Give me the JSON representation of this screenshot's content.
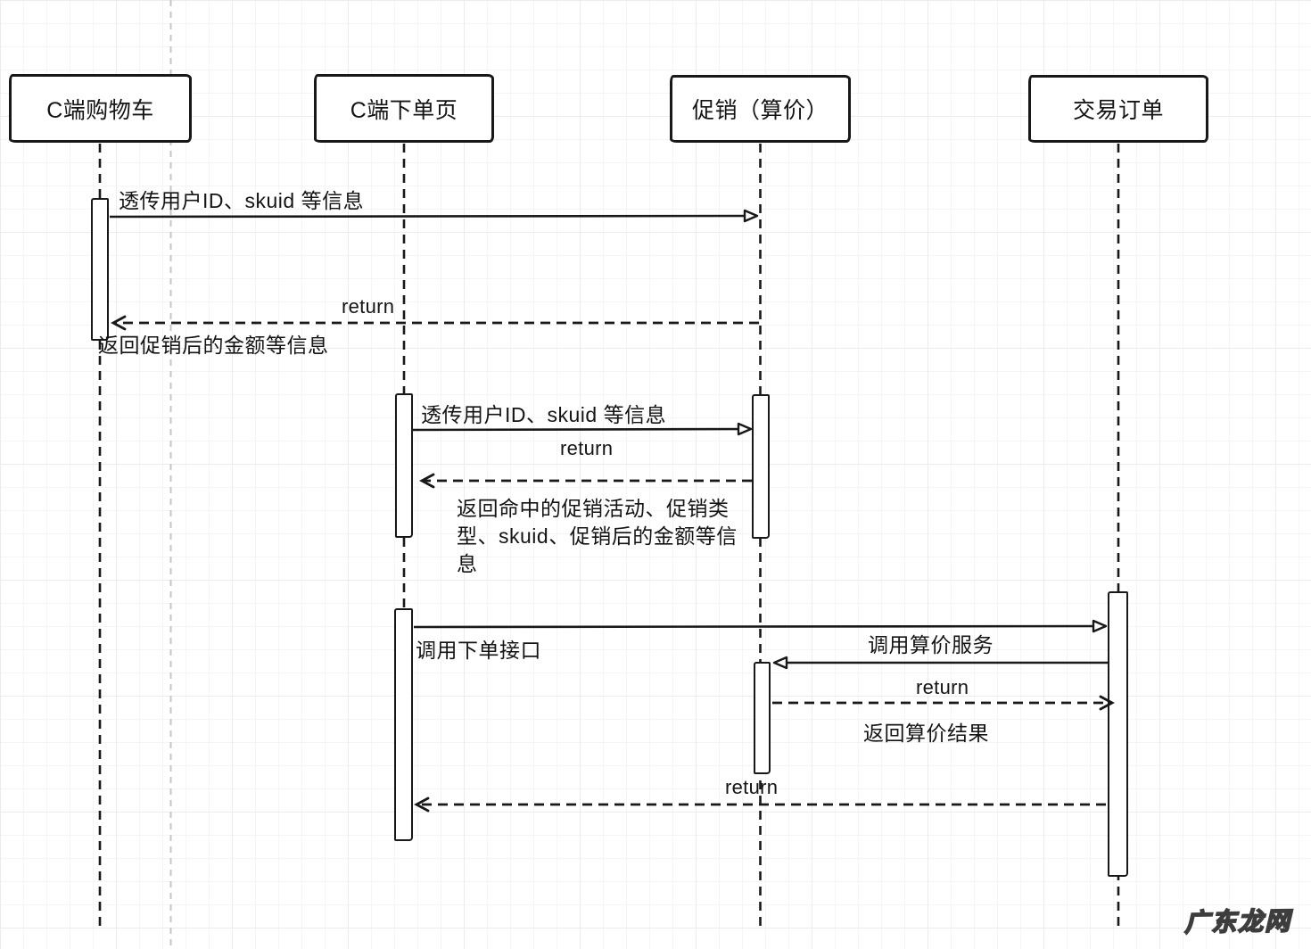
{
  "page": {
    "watermark": "广东龙网"
  },
  "diagram": {
    "type": "uml-sequence",
    "actors": [
      {
        "label": "C端购物车"
      },
      {
        "label": "C端下单页"
      },
      {
        "label": "促销（算价）"
      },
      {
        "label": "交易订单"
      }
    ],
    "messages": [
      {
        "type": "call",
        "from": "C端购物车",
        "to": "促销（算价）",
        "label": "透传用户ID、skuid 等信息"
      },
      {
        "type": "return",
        "from": "促销（算价）",
        "to": "C端购物车",
        "label": "return",
        "note": "返回促销后的金额等信息"
      },
      {
        "type": "call",
        "from": "C端下单页",
        "to": "促销（算价）",
        "label": "透传用户ID、skuid 等信息"
      },
      {
        "type": "return",
        "from": "促销（算价）",
        "to": "C端下单页",
        "label": "return",
        "note": "返回命中的促销活动、促销类型、skuid、促销后的金额等信息"
      },
      {
        "type": "call",
        "from": "C端下单页",
        "to": "交易订单",
        "label": "调用下单接口"
      },
      {
        "type": "call",
        "from": "交易订单",
        "to": "促销（算价）",
        "label": "调用算价服务"
      },
      {
        "type": "return",
        "from": "促销（算价）",
        "to": "交易订单",
        "label": "return",
        "note": "返回算价结果"
      },
      {
        "type": "return",
        "from": "交易订单",
        "to": "C端下单页",
        "label": "return"
      }
    ],
    "colors": {
      "stroke": "#181818",
      "grid_minor": "#f5f5f5",
      "grid_major": "#ececec",
      "page_divider": "#c6c6c6",
      "background": "#ffffff"
    }
  }
}
